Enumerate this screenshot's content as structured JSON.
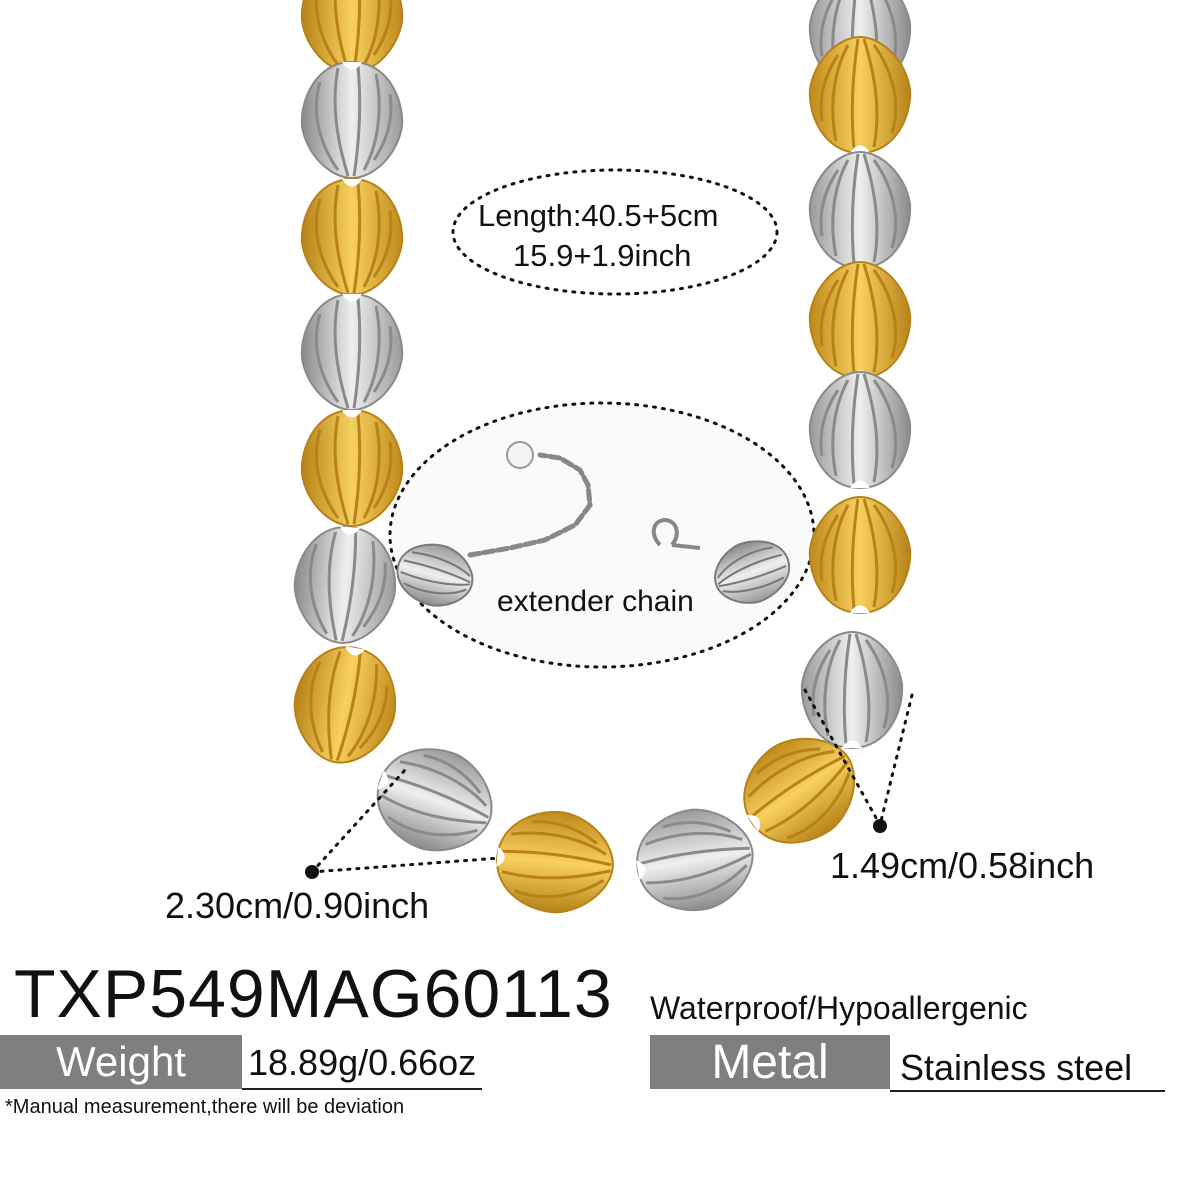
{
  "colors": {
    "gold": "#e8b339",
    "gold_dark": "#b78318",
    "silver": "#c9c9c9",
    "silver_dark": "#8a8a8a",
    "label_bg": "#7f7f7f"
  },
  "length": {
    "line1": "Length:40.5+5cm",
    "line2": "15.9+1.9inch"
  },
  "extender": {
    "label": "extender chain"
  },
  "dimensions": {
    "link_length": "2.30cm/0.90inch",
    "link_width": "1.49cm/0.58inch"
  },
  "product": {
    "sku": "TXP549MAG60113",
    "features": "Waterproof/Hypoallergenic"
  },
  "weight": {
    "label": "Weight",
    "value": "18.89g/0.66oz"
  },
  "metal": {
    "label": "Metal",
    "value": "Stainless steel"
  },
  "note": "*Manual measurement,there will be deviation"
}
